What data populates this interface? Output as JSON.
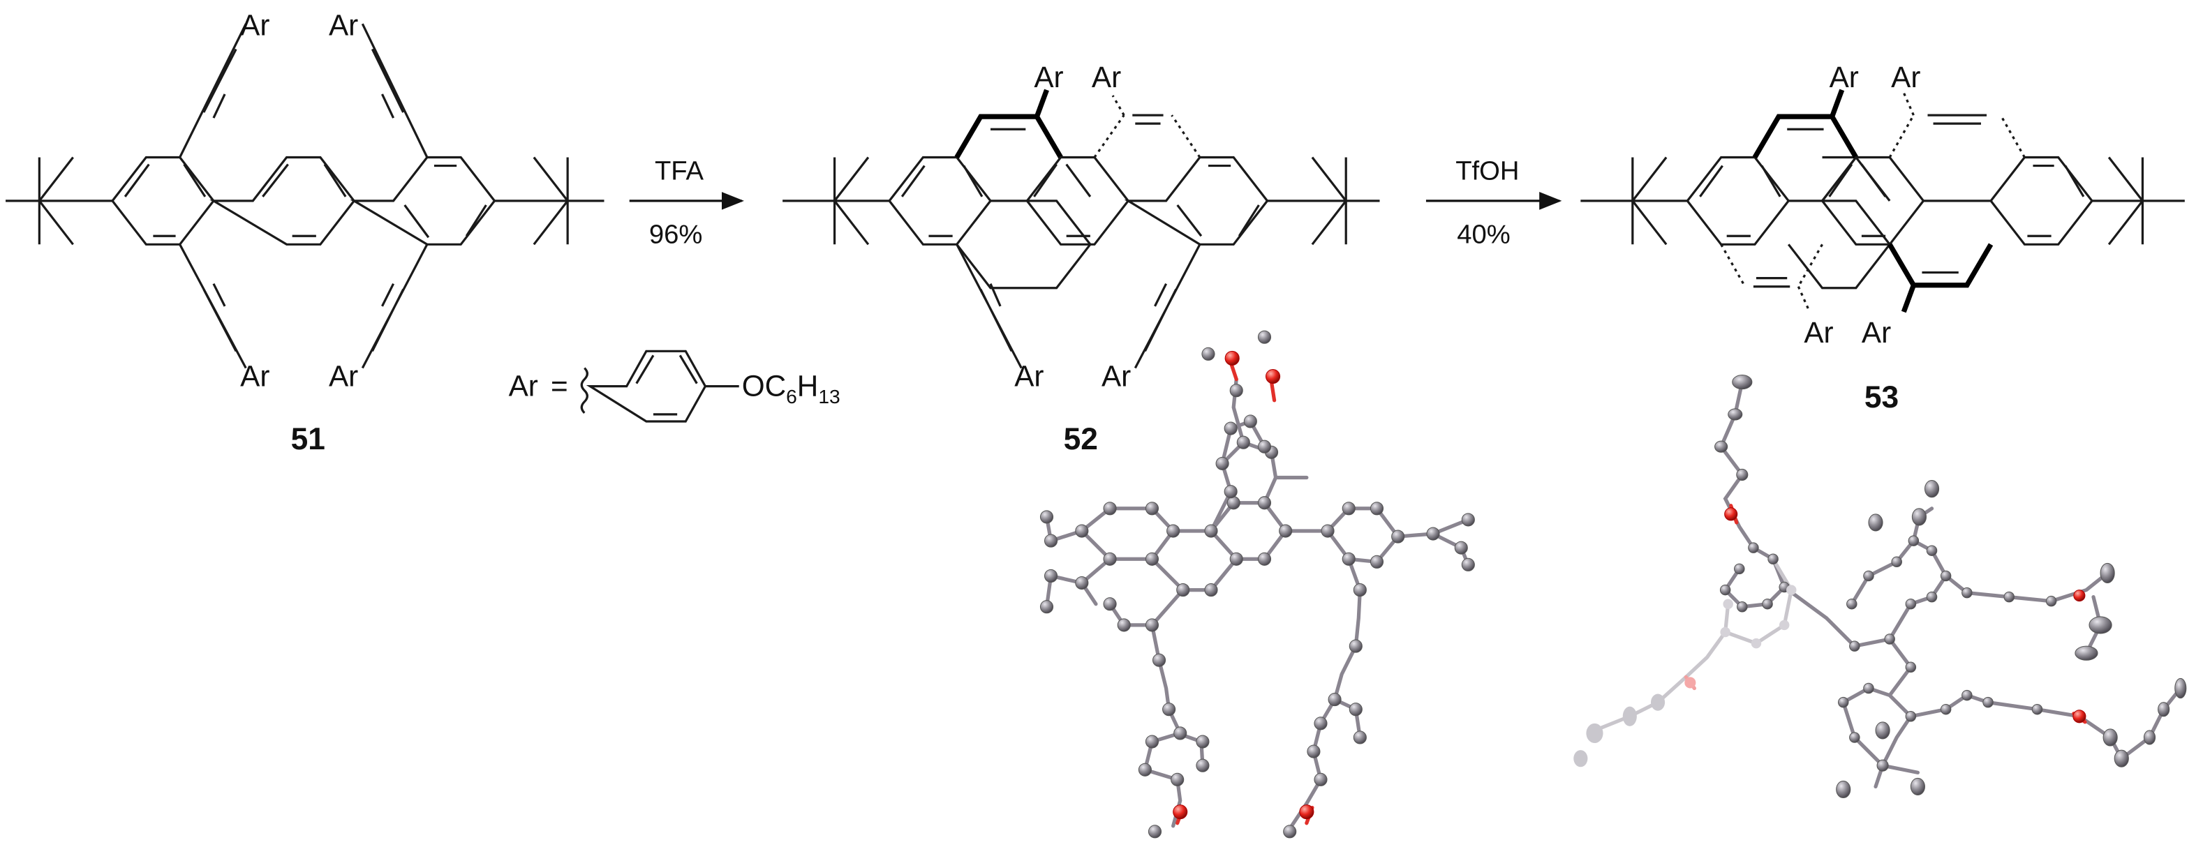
{
  "figure": {
    "type": "reaction-scheme",
    "compounds": [
      {
        "id": "51",
        "label": "51",
        "substituent_labels": [
          "Ar",
          "Ar",
          "Ar",
          "Ar"
        ]
      },
      {
        "id": "52",
        "label": "52",
        "substituent_labels": [
          "Ar",
          "Ar",
          "Ar",
          "Ar"
        ]
      },
      {
        "id": "53",
        "label": "53",
        "substituent_labels": [
          "Ar",
          "Ar",
          "Ar",
          "Ar"
        ]
      }
    ],
    "reactions": [
      {
        "from": "51",
        "to": "52",
        "reagent": "TFA",
        "yield": "96%"
      },
      {
        "from": "52",
        "to": "53",
        "reagent": "TfOH",
        "yield": "40%"
      }
    ],
    "ar_definition": {
      "lhs": "Ar",
      "equals": "=",
      "group_prefix": "OC",
      "group_sub1": "6",
      "group_mid": "H",
      "group_sub2": "13"
    },
    "crystal_structures": [
      {
        "compound": "52",
        "style": "ball-and-stick"
      },
      {
        "compound": "53",
        "style": "thermal-ellipsoid"
      }
    ],
    "colors": {
      "bond": "#1a1a1a",
      "carbon_atom": "#8c8a90",
      "oxygen_atom": "#e2302a"
    }
  },
  "text": {
    "ar": "Ar",
    "c51": "51",
    "c52": "52",
    "c53": "53",
    "r1_reagent": "TFA",
    "r1_yield": "96%",
    "r2_reagent": "TfOH",
    "r2_yield": "40%"
  }
}
